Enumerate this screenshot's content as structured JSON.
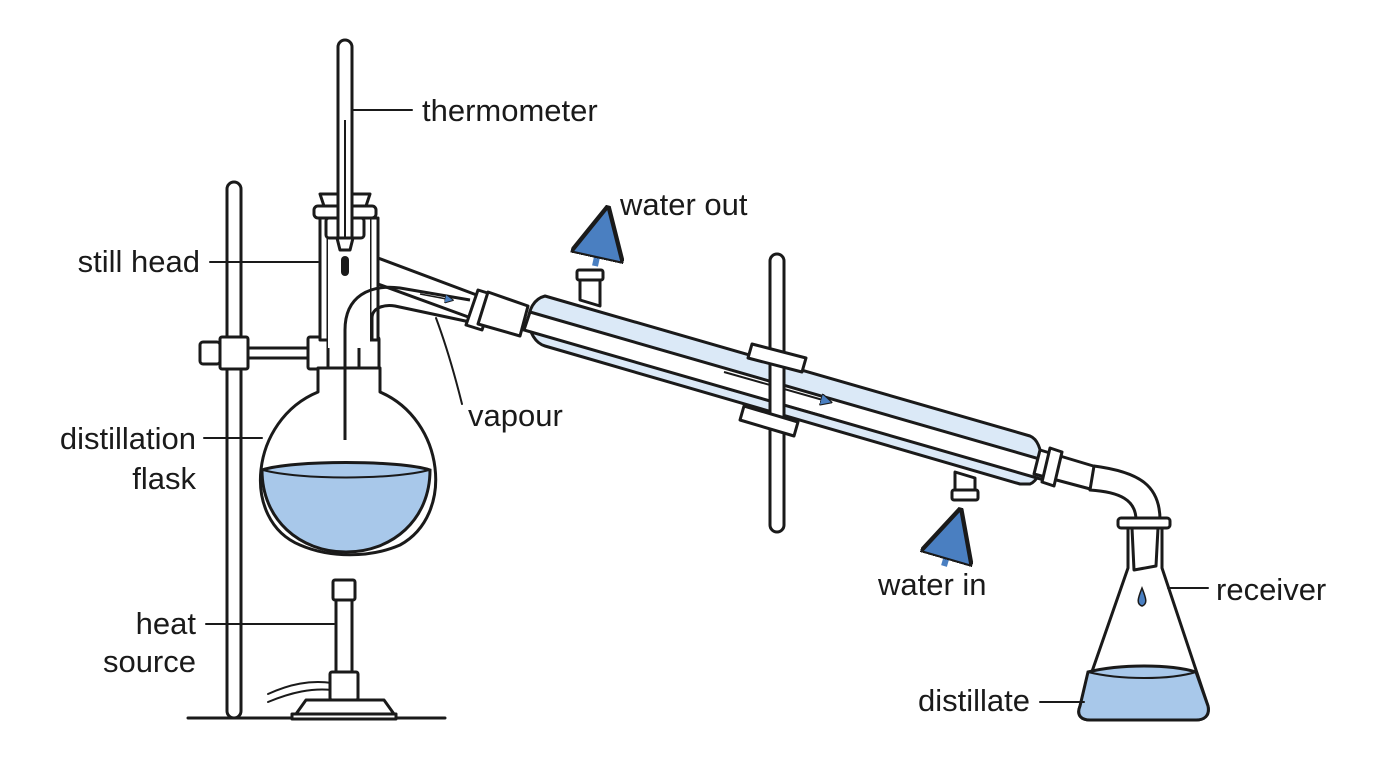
{
  "labels": {
    "thermometer": "thermometer",
    "still_head": "still head",
    "distillation_flask_line1": "distillation",
    "distillation_flask_line2": "flask",
    "vapour": "vapour",
    "water_out": "water out",
    "water_in": "water in",
    "heat_source_line1": "heat",
    "heat_source_line2": "source",
    "receiver": "receiver",
    "distillate": "distillate"
  },
  "colors": {
    "outline": "#1a1a1a",
    "liquid": "#a8c8ea",
    "coolant": "#dbe9f7",
    "arrow": "#4a7fc1"
  }
}
